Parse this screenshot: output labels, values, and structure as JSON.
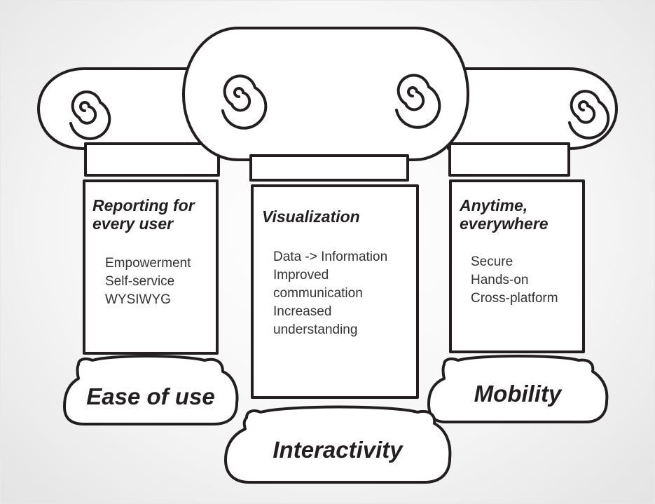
{
  "pillars": [
    {
      "heading_line1": "Reporting for",
      "heading_line2": "every user",
      "items": [
        "Empowerment",
        "Self-service",
        "WYSIWYG"
      ],
      "base": "Ease of use"
    },
    {
      "heading_line1": "Visualization",
      "items": [
        "Data -> Information",
        "Improved",
        "communication",
        "Increased",
        "understanding"
      ],
      "base": "Interactivity"
    },
    {
      "heading_line1": "Anytime,",
      "heading_line2": "everywhere",
      "items": [
        "Secure",
        "Hands-on",
        "Cross-platform"
      ],
      "base": "Mobility"
    }
  ],
  "colors": {
    "ink": "#231f20",
    "fill": "#ffffff",
    "background": "#f2f2f2"
  }
}
